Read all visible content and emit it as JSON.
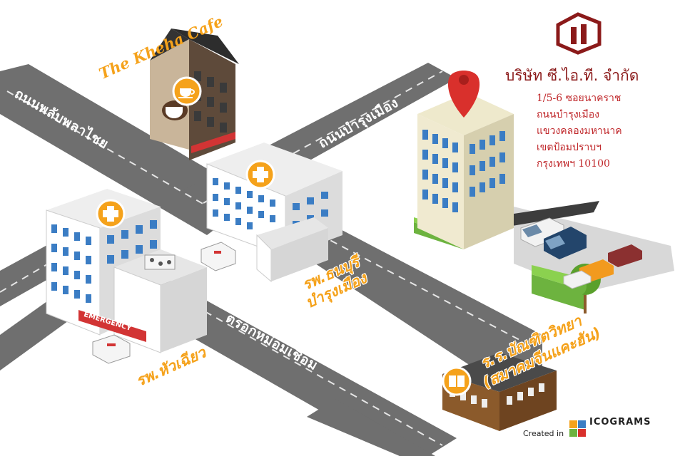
{
  "roads": {
    "phlap_phla_chai": "ถนนพลับพลาไชย",
    "bamrung_mueang": "ถนนบำรุงเมือง",
    "soi_nakhon_rat": "ซอยนาคราช",
    "trok_mo_chueam": "ตรอกหม่อมเชื่อม"
  },
  "places": {
    "cafe": "The Kheha Cafe",
    "thonburi_line1": "รพ.ธนบุรี",
    "thonburi_line2": "บำรุงเมือง",
    "hua_chiew": "รพ.หัวเฉียว",
    "school_line1": "ร.ร.บัณฑิตวิทยา",
    "school_line2": "(สมาคมจีนแคะฮัน)",
    "emergency_sign": "EMERGENCY"
  },
  "company": {
    "name": "บริษัท ซี.ไอ.ที. จำกัด",
    "address": [
      "1/5-6 ซอยนาคราช",
      "ถนนบำรุงเมือง",
      "แขวงคลองมหานาค",
      "เขตป้อมปราบฯ",
      "กรุงเทพฯ 10100"
    ]
  },
  "credit": {
    "prefix": "Created in",
    "brand": "ICOGRAMS"
  },
  "icons": [
    "map-pin-icon",
    "coffee-cup-icon",
    "medical-cross-icon",
    "book-icon",
    "company-logo-icon"
  ],
  "colors": {
    "road": "#6f6f6f",
    "road_dash": "#e6e6e6",
    "label_orange": "#f5a21b",
    "company_red": "#8b1a1a",
    "address_red": "#c0282b",
    "pin_red": "#d9302c"
  }
}
